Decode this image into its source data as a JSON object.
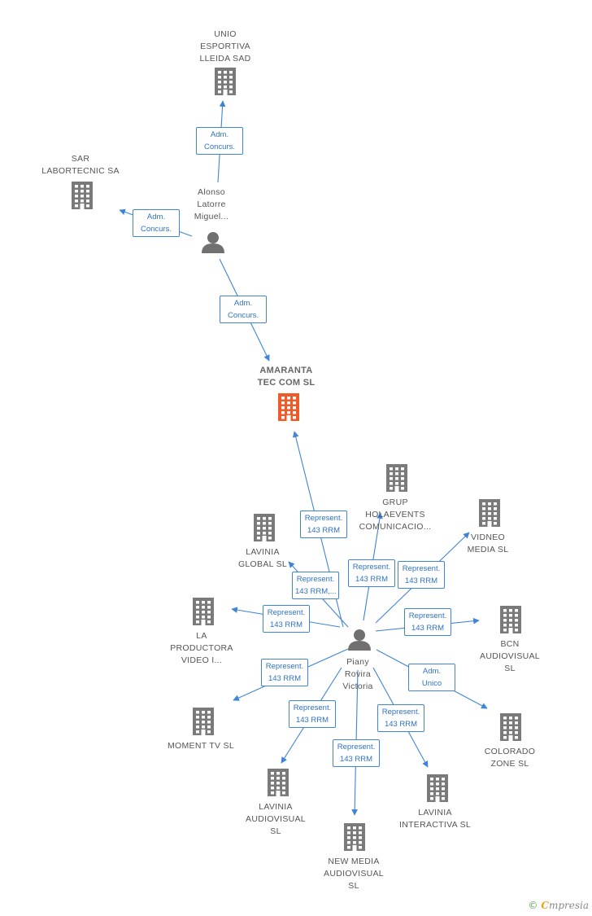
{
  "colors": {
    "link": "#3f84d6",
    "company": "#7a7a7a",
    "main_company": "#f05a2a",
    "person": "#707070"
  },
  "nodes": [
    {
      "id": "uniolleida",
      "kind": "company",
      "lines": [
        "UNIO",
        "ESPORTIVA",
        "LLEIDA SAD"
      ]
    },
    {
      "id": "sar",
      "kind": "company",
      "lines": [
        "SAR",
        "LABORTECNIC SA"
      ]
    },
    {
      "id": "alonso",
      "kind": "person",
      "lines": [
        "Alonso",
        "Latorre",
        "Miguel..."
      ]
    },
    {
      "id": "amaranta",
      "kind": "main",
      "lines": [
        "AMARANTA",
        "TEC COM  SL"
      ]
    },
    {
      "id": "grup",
      "kind": "company",
      "lines": [
        "GRUP",
        "HOLAEVENTS",
        "COMUNICACIO..."
      ]
    },
    {
      "id": "vidneo",
      "kind": "company",
      "lines": [
        "VIDNEO",
        "MEDIA SL"
      ]
    },
    {
      "id": "laviniaglobal",
      "kind": "company",
      "lines": [
        "LAVINIA",
        "GLOBAL SL"
      ]
    },
    {
      "id": "laproductora",
      "kind": "company",
      "lines": [
        "LA",
        "PRODUCTORA",
        "VIDEO I..."
      ]
    },
    {
      "id": "piany",
      "kind": "person",
      "lines": [
        "Piany",
        "Rovira",
        "Victoria"
      ]
    },
    {
      "id": "bcn",
      "kind": "company",
      "lines": [
        "BCN",
        "AUDIOVISUAL",
        "SL"
      ]
    },
    {
      "id": "momenttv",
      "kind": "company",
      "lines": [
        "MOMENT TV  SL"
      ]
    },
    {
      "id": "colorado",
      "kind": "company",
      "lines": [
        "COLORADO",
        "ZONE  SL"
      ]
    },
    {
      "id": "laviniaaudiovisual",
      "kind": "company",
      "lines": [
        "LAVINIA",
        "AUDIOVISUAL",
        "SL"
      ]
    },
    {
      "id": "laviniainteractiva",
      "kind": "company",
      "lines": [
        "LAVINIA",
        "INTERACTIVA SL"
      ]
    },
    {
      "id": "newmedia",
      "kind": "company",
      "lines": [
        "NEW MEDIA",
        "AUDIOVISUAL",
        "SL"
      ]
    }
  ],
  "relations": [
    {
      "from": "alonso",
      "to": "uniolleida",
      "lines": [
        "Adm.",
        "Concurs."
      ]
    },
    {
      "from": "alonso",
      "to": "sar",
      "lines": [
        "Adm.",
        "Concurs."
      ]
    },
    {
      "from": "alonso",
      "to": "amaranta",
      "lines": [
        "Adm.",
        "Concurs."
      ]
    },
    {
      "from": "piany",
      "to": "amaranta",
      "lines": [
        "Represent.",
        "143 RRM"
      ]
    },
    {
      "from": "piany",
      "to": "grup",
      "lines": [
        "Represent.",
        "143 RRM"
      ]
    },
    {
      "from": "piany",
      "to": "vidneo",
      "lines": [
        "Represent.",
        "143 RRM"
      ]
    },
    {
      "from": "piany",
      "to": "laviniaglobal",
      "lines": [
        "Represent.",
        "143 RRM,..."
      ]
    },
    {
      "from": "piany",
      "to": "laproductora",
      "lines": [
        "Represent.",
        "143 RRM"
      ]
    },
    {
      "from": "piany",
      "to": "bcn",
      "lines": [
        "Represent.",
        "143 RRM"
      ]
    },
    {
      "from": "piany",
      "to": "momenttv",
      "lines": [
        "Represent.",
        "143 RRM"
      ]
    },
    {
      "from": "piany",
      "to": "colorado",
      "lines": [
        "Adm.",
        "Unico"
      ]
    },
    {
      "from": "piany",
      "to": "laviniaaudiovisual",
      "lines": [
        "Represent.",
        "143 RRM"
      ]
    },
    {
      "from": "piany",
      "to": "laviniainteractiva",
      "lines": [
        "Represent.",
        "143 RRM"
      ]
    },
    {
      "from": "piany",
      "to": "newmedia",
      "lines": [
        "Represent.",
        "143 RRM"
      ]
    }
  ],
  "footer": {
    "copyright": "©",
    "brand_initial": "C",
    "brand_rest": "mpresia"
  }
}
